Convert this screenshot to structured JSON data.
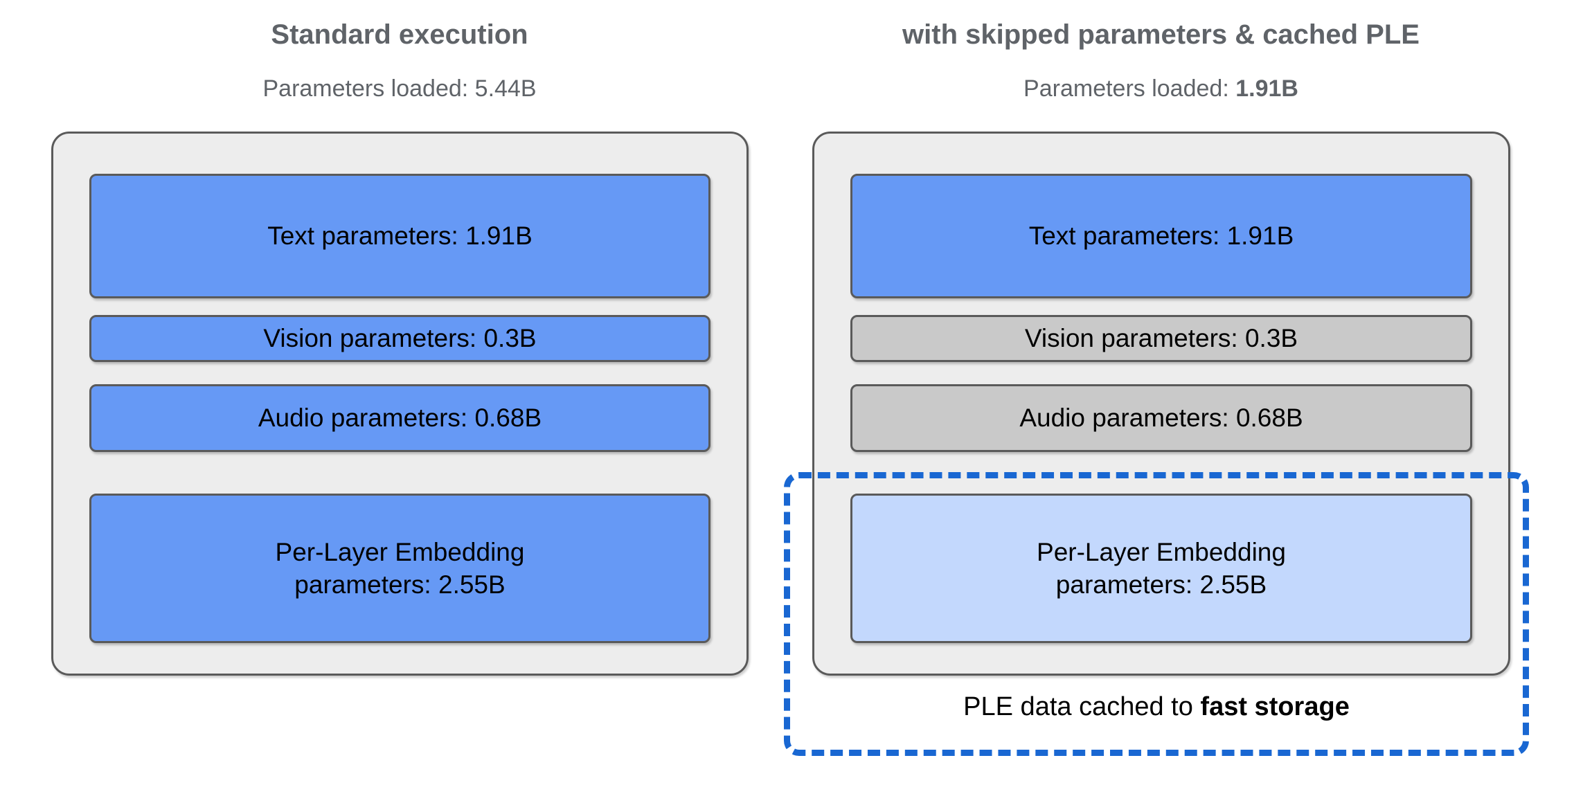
{
  "diagram": {
    "columns": [
      {
        "id": "standard",
        "title": "Standard execution",
        "subtitle_label": "Parameters loaded: ",
        "subtitle_value": "5.44B",
        "subtitle_value_bold": false,
        "blocks": [
          {
            "name": "text",
            "label": "Text parameters: 1.91B",
            "state": "loaded",
            "color": "#6699f5"
          },
          {
            "name": "vision",
            "label": "Vision parameters: 0.3B",
            "state": "loaded",
            "color": "#6699f5"
          },
          {
            "name": "audio",
            "label": "Audio parameters: 0.68B",
            "state": "loaded",
            "color": "#6699f5"
          },
          {
            "name": "ple",
            "label": "Per-Layer Embedding\nparameters: 2.55B",
            "label_line1": "Per-Layer Embedding",
            "label_line2": "parameters: 2.55B",
            "state": "loaded",
            "color": "#6699f5"
          }
        ]
      },
      {
        "id": "optimized",
        "title": "with skipped parameters & cached PLE",
        "subtitle_label": "Parameters loaded: ",
        "subtitle_value": "1.91B",
        "subtitle_value_bold": true,
        "blocks": [
          {
            "name": "text",
            "label": "Text parameters: 1.91B",
            "state": "loaded",
            "color": "#6699f5"
          },
          {
            "name": "vision",
            "label": "Vision parameters: 0.3B",
            "state": "skipped",
            "color": "#c9c9c9"
          },
          {
            "name": "audio",
            "label": "Audio parameters: 0.68B",
            "state": "skipped",
            "color": "#c9c9c9"
          },
          {
            "name": "ple",
            "label": "Per-Layer Embedding\nparameters: 2.55B",
            "label_line1": "Per-Layer Embedding",
            "label_line2": "parameters: 2.55B",
            "state": "cached",
            "color": "#c3d8fd"
          }
        ]
      }
    ],
    "cache_annotation": {
      "caption_prefix": "PLE data cached to ",
      "caption_emphasis": "fast storage",
      "border_color": "#1967d2",
      "border_style": "dashed"
    },
    "palette": {
      "panel_background": "#ededed",
      "panel_border": "#5a5a5a",
      "loaded_blue": "#6699f5",
      "skipped_gray": "#c9c9c9",
      "cached_light_blue": "#c3d8fd",
      "accent_blue": "#1967d2",
      "heading_gray": "#5f6368",
      "text_black": "#000000"
    }
  }
}
